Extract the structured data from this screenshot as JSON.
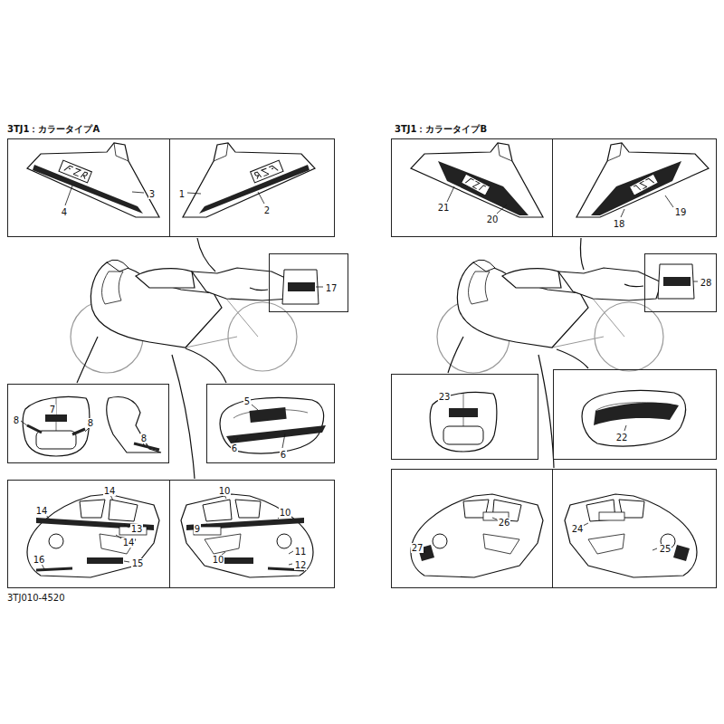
{
  "diagram": {
    "nodes": [
      {
        "text": [
          "3",
          "4"
        ]
      },
      {
        "text": [
          "1",
          "2"
        ]
      },
      {
        "text": [
          "17"
        ]
      },
      {
        "text": [
          "7",
          "8",
          "8",
          "8"
        ]
      },
      {
        "text": [
          "5",
          "6",
          "6"
        ]
      },
      {
        "text": [
          "14",
          "14",
          "13",
          "14",
          "16",
          "15"
        ]
      },
      {
        "text": [
          "10",
          "10",
          "9",
          "11",
          "10",
          "12"
        ]
      },
      {
        "text": [
          "21",
          "20"
        ]
      },
      {
        "text": [
          "18",
          "19"
        ]
      },
      {
        "text": [
          "28"
        ]
      },
      {
        "text": [
          "23"
        ]
      },
      {
        "text": [
          "22"
        ]
      },
      {
        "text": [
          "26",
          "27"
        ]
      },
      {
        "text": [
          "24",
          "25"
        ]
      }
    ],
    "labels": [
      "3TJ1：カラータイプA",
      "3TJ1：カラータイプB",
      "3TJ010-4520"
    ]
  }
}
